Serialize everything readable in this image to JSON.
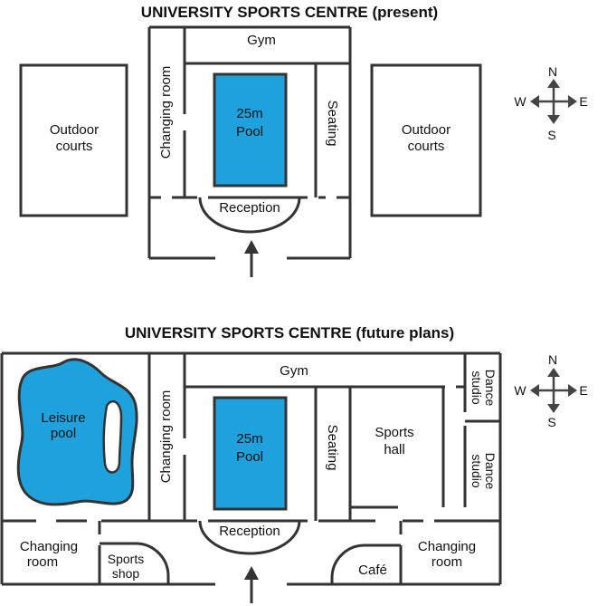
{
  "colors": {
    "pool": "#1ea1dc",
    "wall": "#333333",
    "compass": "#444444"
  },
  "compass_labels": {
    "n": "N",
    "s": "S",
    "w": "W",
    "e": "E"
  },
  "present": {
    "title": "UNIVERSITY SPORTS CENTRE (present)",
    "outdoor_left": [
      "Outdoor",
      "courts"
    ],
    "outdoor_right": [
      "Outdoor",
      "courts"
    ],
    "gym": "Gym",
    "changing_room": "Changing room",
    "pool": [
      "25m",
      "Pool"
    ],
    "seating": "Seating",
    "reception": "Reception"
  },
  "future": {
    "title": "UNIVERSITY SPORTS CENTRE (future plans)",
    "leisure_pool": [
      "Leisure",
      "pool"
    ],
    "changing_room_vertical": "Changing room",
    "gym": "Gym",
    "pool": [
      "25m",
      "Pool"
    ],
    "seating": "Seating",
    "sports_hall": [
      "Sports",
      "hall"
    ],
    "dance_studio_top": [
      "Dance",
      "studio"
    ],
    "dance_studio_bottom": [
      "Dance",
      "studio"
    ],
    "changing_room_left": [
      "Changing",
      "room"
    ],
    "sports_shop": [
      "Sports",
      "shop"
    ],
    "reception": "Reception",
    "cafe": "Café",
    "changing_room_right": [
      "Changing",
      "room"
    ]
  }
}
